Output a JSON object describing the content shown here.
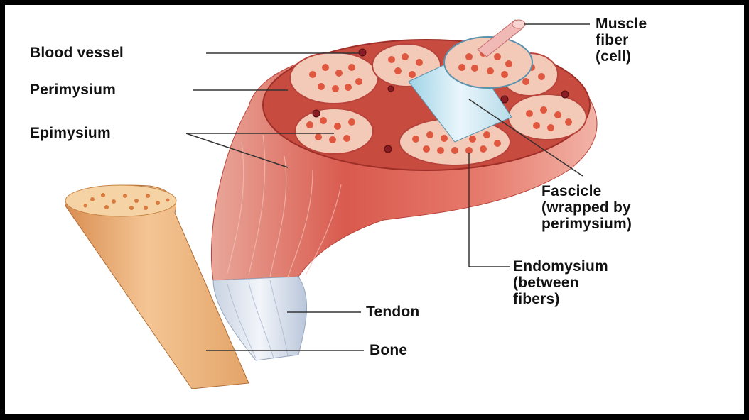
{
  "labels": {
    "blood_vessel": "Blood vessel",
    "perimysium": "Perimysium",
    "epimysium": "Epimysium",
    "muscle_fiber": [
      "Muscle",
      "fiber",
      "(cell)"
    ],
    "fascicle": [
      "Fascicle",
      "(wrapped by",
      "perimysium)"
    ],
    "endomysium": [
      "Endomysium",
      "(between",
      "fibers)"
    ],
    "tendon": "Tendon",
    "bone": "Bone"
  },
  "colors": {
    "frame": "#000000",
    "muscle": "#d9534a",
    "fascicle_fill": "#f3c9b8",
    "fiber_dot": "#e0573f",
    "tendon": "#dfe6f0",
    "bone": "#efb57e",
    "vessel": "#8a1d24",
    "leader": "#333333"
  }
}
